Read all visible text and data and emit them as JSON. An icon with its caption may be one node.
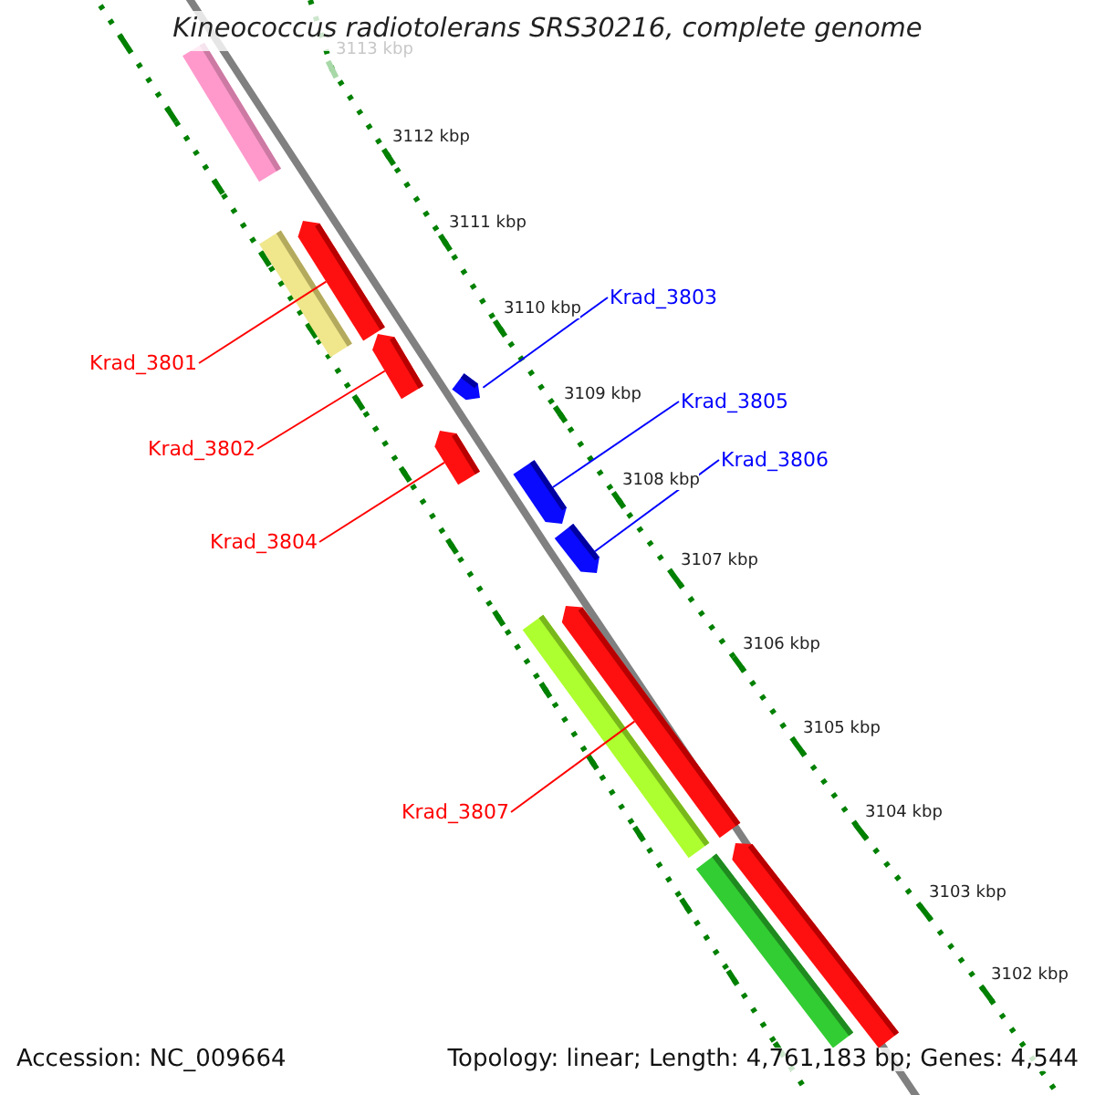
{
  "diagram": {
    "title": "Kineococcus radiotolerans SRS30216, complete genome",
    "nodes": [
      {
        "text": [
          "Krad_3803"
        ]
      },
      {
        "text": [
          "Krad_3801"
        ]
      },
      {
        "text": [
          "Krad_3805"
        ]
      },
      {
        "text": [
          "Krad_3802"
        ]
      },
      {
        "text": [
          "Krad_3806"
        ]
      },
      {
        "text": [
          "Krad_3804"
        ]
      },
      {
        "text": [
          "Krad_3807"
        ]
      },
      {
        "text": [],
        "shape": "bar"
      },
      {
        "text": [],
        "shape": "bar"
      },
      {
        "text": [],
        "shape": "bar"
      },
      {
        "text": [],
        "shape": "bar"
      },
      {
        "text": [],
        "shape": "bar"
      },
      {
        "text": [],
        "shape": "bar"
      },
      {
        "text": [],
        "shape": "bar"
      },
      {
        "text": [],
        "shape": "bar"
      },
      {
        "text": [],
        "shape": "bar"
      },
      {
        "text": [],
        "shape": "bar"
      },
      {
        "text": [],
        "shape": "bar"
      },
      {
        "text": [],
        "shape": "bar"
      }
    ],
    "edges": [
      {
        "from": 0,
        "to": 11,
        "arrow": "none",
        "color": "#0000ff"
      },
      {
        "from": 1,
        "to": 8,
        "arrow": "none"
      },
      {
        "from": 2,
        "to": 13,
        "arrow": "none",
        "color": "#0000ff"
      },
      {
        "from": 3,
        "to": 10,
        "arrow": "none"
      },
      {
        "from": 4,
        "to": 14,
        "arrow": "none",
        "color": "#0000ff"
      },
      {
        "from": 5,
        "to": 12,
        "arrow": "none"
      },
      {
        "from": 6,
        "to": 15,
        "arrow": "none"
      }
    ],
    "labels": [
      "3113 kbp",
      "3112 kbp",
      "3111 kbp",
      "3110 kbp",
      "3109 kbp",
      "3108 kbp",
      "3107 kbp",
      "3106 kbp",
      "3105 kbp",
      "3104 kbp",
      "3103 kbp",
      "3102 kbp",
      "Accession: NC_009664",
      "Topology: linear; Length: 4,761,183 bp; Genes: 4,544"
    ]
  }
}
